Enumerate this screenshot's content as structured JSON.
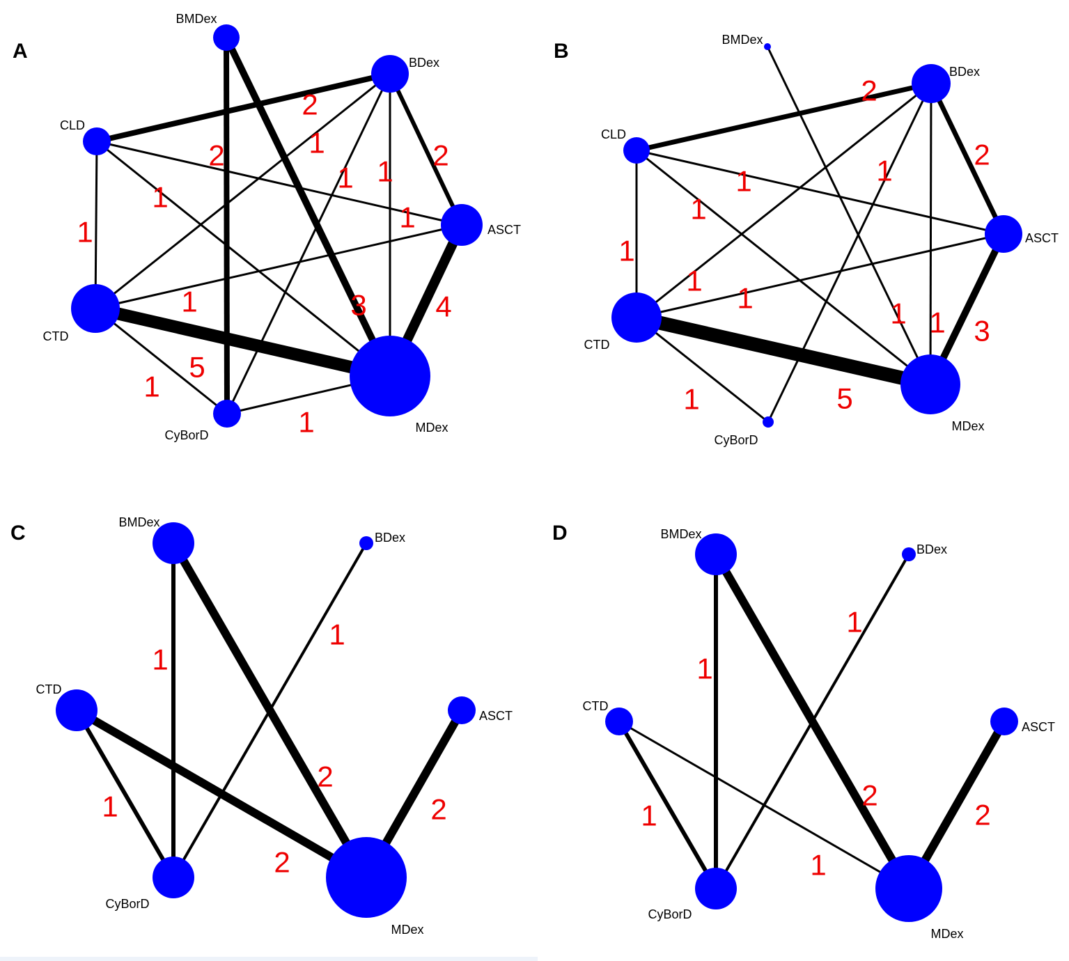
{
  "colors": {
    "node": "#0000ff",
    "edge": "#000000",
    "edge_label": "#ee0000",
    "background": "#ffffff"
  },
  "panels": [
    {
      "letter": "A",
      "nodes": [
        {
          "id": "BMDex",
          "label": "BMDex"
        },
        {
          "id": "BDex",
          "label": "BDex"
        },
        {
          "id": "CLD",
          "label": "CLD"
        },
        {
          "id": "ASCT",
          "label": "ASCT"
        },
        {
          "id": "CTD",
          "label": "CTD"
        },
        {
          "id": "CyBorD",
          "label": "CyBorD"
        },
        {
          "id": "MDex",
          "label": "MDex"
        }
      ],
      "edges": [
        {
          "from": "CLD",
          "to": "BDex",
          "label": "2"
        },
        {
          "from": "BMDex",
          "to": "CyBorD",
          "label": "2"
        },
        {
          "from": "BMDex",
          "to": "MDex",
          "label": "3"
        },
        {
          "from": "CTD",
          "to": "BDex",
          "label": "1"
        },
        {
          "from": "CyBorD",
          "to": "BDex",
          "label": "1"
        },
        {
          "from": "MDex",
          "to": "BDex",
          "label": "1"
        },
        {
          "from": "BDex",
          "to": "ASCT",
          "label": "2"
        },
        {
          "from": "CLD",
          "to": "MDex",
          "label": "1"
        },
        {
          "from": "CLD",
          "to": "ASCT",
          "label": "1"
        },
        {
          "from": "CLD",
          "to": "CTD",
          "label": "1"
        },
        {
          "from": "CTD",
          "to": "ASCT",
          "label": "1"
        },
        {
          "from": "ASCT",
          "to": "MDex",
          "label": "4"
        },
        {
          "from": "CTD",
          "to": "MDex",
          "label": "5"
        },
        {
          "from": "CTD",
          "to": "CyBorD",
          "label": "1"
        },
        {
          "from": "CyBorD",
          "to": "MDex",
          "label": "1"
        }
      ]
    },
    {
      "letter": "B",
      "nodes": [
        {
          "id": "BMDex",
          "label": "BMDex"
        },
        {
          "id": "BDex",
          "label": "BDex"
        },
        {
          "id": "CLD",
          "label": "CLD"
        },
        {
          "id": "ASCT",
          "label": "ASCT"
        },
        {
          "id": "CTD",
          "label": "CTD"
        },
        {
          "id": "CyBorD",
          "label": "CyBorD"
        },
        {
          "id": "MDex",
          "label": "MDex"
        }
      ],
      "edges": [
        {
          "from": "CLD",
          "to": "BDex",
          "label": "2"
        },
        {
          "from": "BDex",
          "to": "ASCT",
          "label": "2"
        },
        {
          "from": "CLD",
          "to": "ASCT",
          "label": "1"
        },
        {
          "from": "CyBorD",
          "to": "BDex",
          "label": "1"
        },
        {
          "from": "CLD",
          "to": "MDex",
          "label": "1"
        },
        {
          "from": "CLD",
          "to": "CTD",
          "label": "1"
        },
        {
          "from": "CTD",
          "to": "BDex",
          "label": "1"
        },
        {
          "from": "CTD",
          "to": "ASCT",
          "label": "1"
        },
        {
          "from": "BMDex",
          "to": "MDex",
          "label": "1"
        },
        {
          "from": "BDex",
          "to": "MDex",
          "label": "1"
        },
        {
          "from": "ASCT",
          "to": "MDex",
          "label": "3"
        },
        {
          "from": "CTD",
          "to": "CyBorD",
          "label": "1"
        },
        {
          "from": "CTD",
          "to": "MDex",
          "label": "5"
        }
      ]
    },
    {
      "letter": "C",
      "nodes": [
        {
          "id": "BMDex",
          "label": "BMDex"
        },
        {
          "id": "BDex",
          "label": "BDex"
        },
        {
          "id": "CTD",
          "label": "CTD"
        },
        {
          "id": "ASCT",
          "label": "ASCT"
        },
        {
          "id": "CyBorD",
          "label": "CyBorD"
        },
        {
          "id": "MDex",
          "label": "MDex"
        }
      ],
      "edges": [
        {
          "from": "BMDex",
          "to": "CyBorD",
          "label": "1"
        },
        {
          "from": "BDex",
          "to": "CyBorD",
          "label": "1"
        },
        {
          "from": "BMDex",
          "to": "MDex",
          "label": "2"
        },
        {
          "from": "CTD",
          "to": "CyBorD",
          "label": "1"
        },
        {
          "from": "ASCT",
          "to": "MDex",
          "label": "2"
        },
        {
          "from": "CTD",
          "to": "MDex",
          "label": "2"
        }
      ]
    },
    {
      "letter": "D",
      "nodes": [
        {
          "id": "BMDex",
          "label": "BMDex"
        },
        {
          "id": "BDex",
          "label": "BDex"
        },
        {
          "id": "CTD",
          "label": "CTD"
        },
        {
          "id": "ASCT",
          "label": "ASCT"
        },
        {
          "id": "CyBorD",
          "label": "CyBorD"
        },
        {
          "id": "MDex",
          "label": "MDex"
        }
      ],
      "edges": [
        {
          "from": "BDex",
          "to": "CyBorD",
          "label": "1"
        },
        {
          "from": "BMDex",
          "to": "CyBorD",
          "label": "1"
        },
        {
          "from": "BMDex",
          "to": "MDex",
          "label": "2"
        },
        {
          "from": "CTD",
          "to": "CyBorD",
          "label": "1"
        },
        {
          "from": "ASCT",
          "to": "MDex",
          "label": "2"
        },
        {
          "from": "CTD",
          "to": "MDex",
          "label": "1"
        }
      ]
    }
  ]
}
